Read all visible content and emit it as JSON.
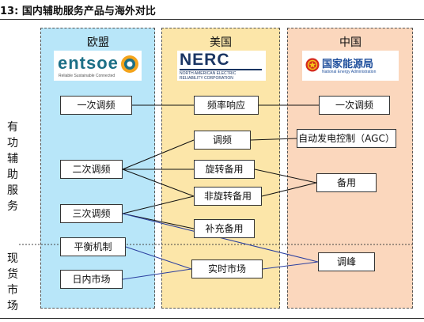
{
  "title": "13: 国内辅助服务产品与海外对比",
  "columns": {
    "eu": {
      "name": "欧盟",
      "logo_word": "entsoe",
      "logo_tagline": "Reliable Sustainable Connected",
      "color": "#b8e6f9"
    },
    "us": {
      "name": "美国",
      "logo_word": "NERC",
      "logo_sub_line1": "NORTH AMERICAN ELECTRIC",
      "logo_sub_line2": "RELIABILITY CORPORATION",
      "color": "#fce6a9"
    },
    "cn": {
      "name": "中国",
      "logo_word": "国家能源局",
      "logo_sub": "National Energy Administration",
      "color": "#fbd7bd"
    }
  },
  "side_labels": {
    "ancillary": [
      "有",
      "功",
      "辅",
      "助",
      "服",
      "务"
    ],
    "spot": [
      "现",
      "货",
      "市",
      "场"
    ]
  },
  "nodes": {
    "eu_primary": "一次调频",
    "eu_secondary": "二次调频",
    "eu_tertiary": "三次调频",
    "eu_balancing": "平衡机制",
    "eu_intraday": "日内市场",
    "us_freq_response": "频率响应",
    "us_regulation": "调频",
    "us_spinning": "旋转备用",
    "us_nonspinning": "非旋转备用",
    "us_supplemental": "补充备用",
    "us_realtime": "实时市场",
    "cn_primary": "一次调频",
    "cn_agc": "自动发电控制（AGC）",
    "cn_reserve": "备用",
    "cn_peak": "调峰"
  },
  "colors": {
    "line_black": "#111111",
    "line_blue": "#2b3fa0"
  }
}
